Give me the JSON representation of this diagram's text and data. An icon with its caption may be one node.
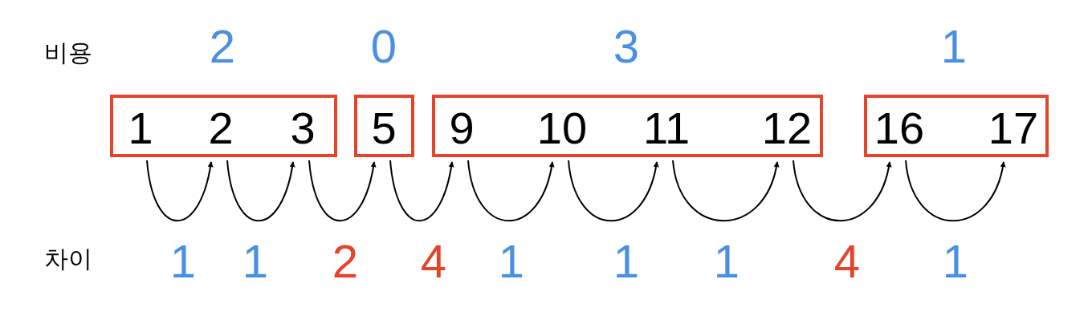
{
  "diagram": {
    "nodes": [
      {
        "text": [],
        "shape": "box",
        "beside": [
          "2"
        ]
      },
      {
        "text": [
          "1"
        ],
        "in": 0
      },
      {
        "text": [
          "2"
        ],
        "in": 0
      },
      {
        "text": [
          "3"
        ],
        "in": 0
      },
      {
        "text": [],
        "shape": "box",
        "beside": [
          "0"
        ]
      },
      {
        "text": [
          "5"
        ],
        "in": 4
      },
      {
        "text": [],
        "shape": "box",
        "beside": [
          "3"
        ]
      },
      {
        "text": [
          "9"
        ],
        "in": 6
      },
      {
        "text": [
          "10"
        ],
        "in": 6
      },
      {
        "text": [
          "11"
        ],
        "in": 6
      },
      {
        "text": [
          "12"
        ],
        "in": 6
      },
      {
        "text": [],
        "shape": "box",
        "beside": [
          "1"
        ]
      },
      {
        "text": [
          "16"
        ],
        "in": 11
      },
      {
        "text": [
          "17"
        ],
        "in": 11
      }
    ],
    "edges": [
      {
        "from": 1,
        "to": 2,
        "arrow": "to",
        "label": "1"
      },
      {
        "from": 2,
        "to": 3,
        "arrow": "to",
        "label": "1"
      },
      {
        "from": 3,
        "to": 5,
        "arrow": "to",
        "label": "2"
      },
      {
        "from": 5,
        "to": 7,
        "arrow": "to",
        "label": "4"
      },
      {
        "from": 7,
        "to": 8,
        "arrow": "to",
        "label": "1"
      },
      {
        "from": 8,
        "to": 9,
        "arrow": "to",
        "label": "1"
      },
      {
        "from": 9,
        "to": 10,
        "arrow": "to",
        "label": "1"
      },
      {
        "from": 10,
        "to": 12,
        "arrow": "to",
        "label": "4"
      },
      {
        "from": 12,
        "to": 13,
        "arrow": "to",
        "label": "1"
      }
    ],
    "labels": [
      "비용",
      "차이"
    ]
  }
}
